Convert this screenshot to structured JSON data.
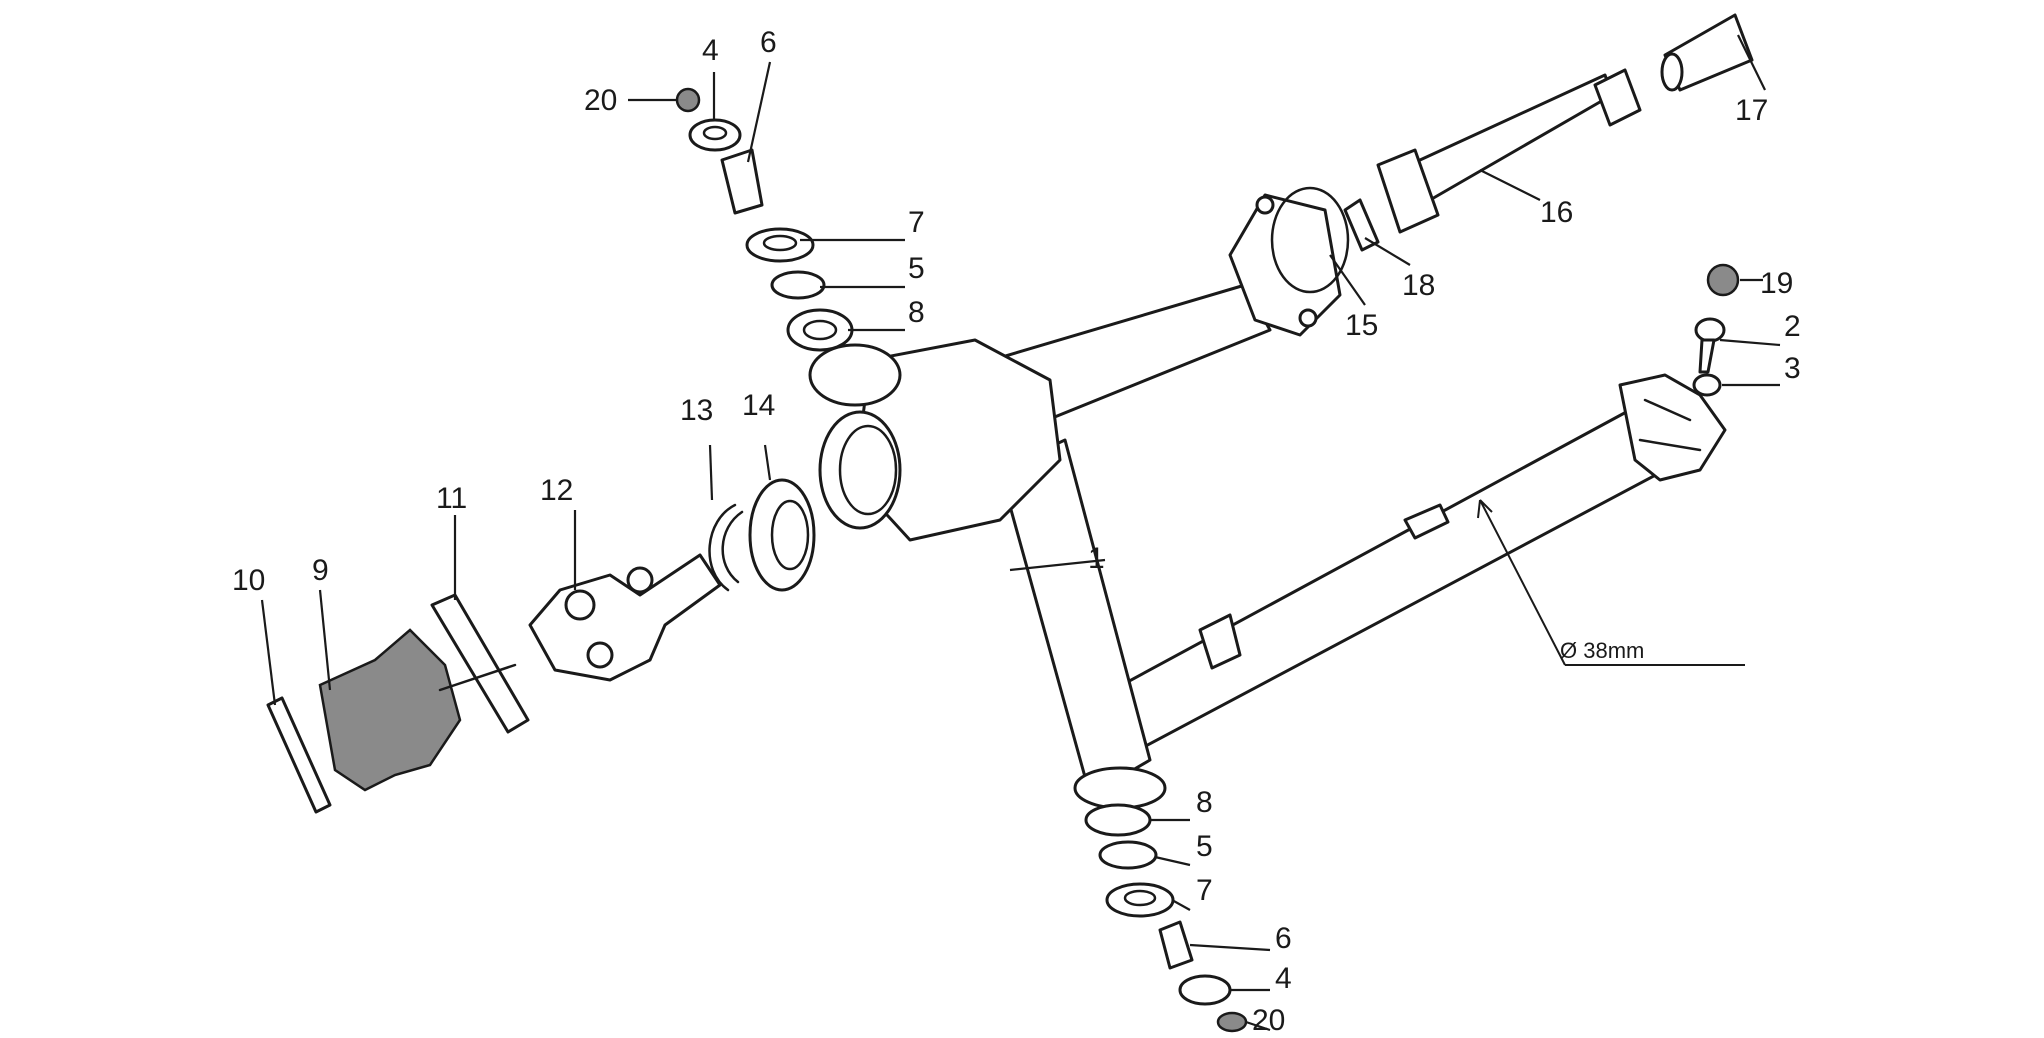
{
  "callouts": {
    "c1": "1",
    "c2": "2",
    "c3": "3",
    "c4_top": "4",
    "c4_bottom": "4",
    "c5_top": "5",
    "c5_bottom": "5",
    "c6_top": "6",
    "c6_bottom": "6",
    "c7_top": "7",
    "c7_bottom": "7",
    "c8_top": "8",
    "c8_bottom": "8",
    "c9": "9",
    "c10": "10",
    "c11": "11",
    "c12": "12",
    "c13": "13",
    "c14": "14",
    "c15": "15",
    "c16": "16",
    "c17": "17",
    "c18": "18",
    "c19": "19",
    "c20_top": "20",
    "c20_bottom": "20"
  },
  "dimension": {
    "tube_diameter": "Ø 38mm"
  }
}
